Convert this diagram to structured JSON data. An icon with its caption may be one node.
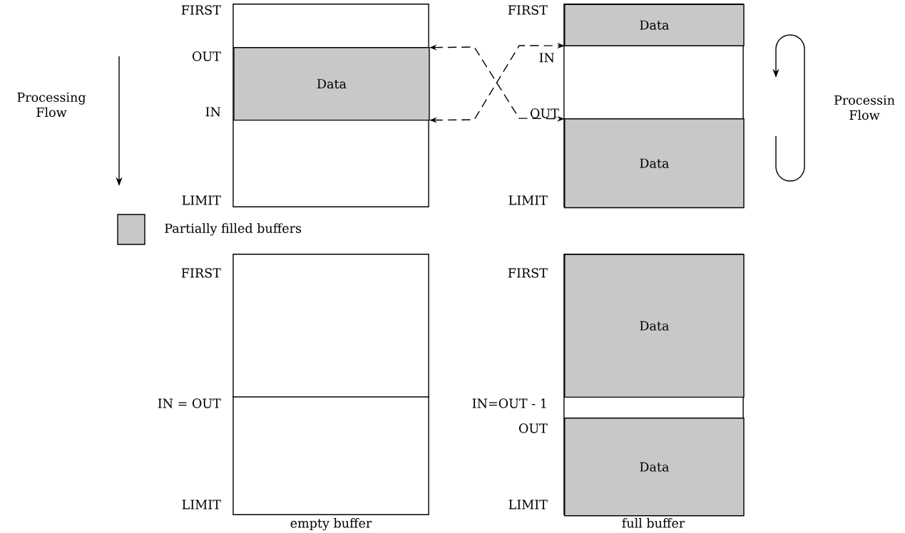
{
  "diagram": {
    "nodes": [
      {
        "text": [],
        "shape": "box"
      },
      {
        "text": [
          "Data"
        ],
        "in": 0
      },
      {
        "text": [],
        "shape": "box"
      },
      {
        "text": [
          "Data"
        ],
        "in": 2
      },
      {
        "text": [
          "Data"
        ],
        "in": 2
      },
      {
        "text": [],
        "shape": "box",
        "beside": [
          "empty buffer"
        ]
      },
      {
        "text": [],
        "shape": "box",
        "beside": [
          "full buffer"
        ]
      },
      {
        "text": [
          "Data"
        ],
        "in": 6
      },
      {
        "text": [
          "Data"
        ],
        "in": 6
      }
    ],
    "edges": [
      {
        "from": 1,
        "to": 4,
        "arrow": "both",
        "style": "dashed"
      },
      {
        "from": 1,
        "to": 3,
        "arrow": "both",
        "style": "dashed"
      }
    ],
    "labels": [
      "FIRST",
      "FIRST",
      "OUT",
      "IN",
      "Processing Flow",
      "Processin Flow",
      "IN",
      "OUT",
      "LIMIT",
      "LIMIT",
      "FIRST",
      "FIRST",
      "IN = OUT",
      "IN=OUT - 1",
      "OUT",
      "LIMIT",
      "LIMIT"
    ],
    "legend": [
      {
        "text": "Partially filled buffers",
        "color": "#c8c8c8"
      }
    ]
  }
}
